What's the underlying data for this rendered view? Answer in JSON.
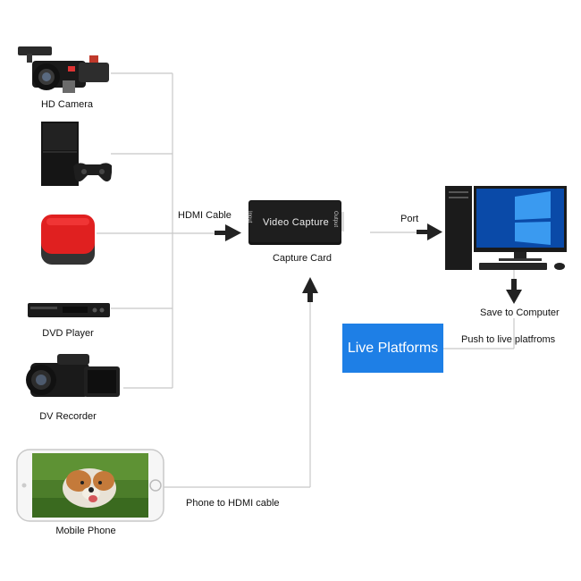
{
  "devices": {
    "hd_camera": "HD Camera",
    "dvd_player": "DVD Player",
    "dv_recorder": "DV Recorder",
    "mobile_phone": "Mobile Phone"
  },
  "connections": {
    "hdmi_cable": "HDMI Cable",
    "port": "Port",
    "phone_to_hdmi": "Phone to HDMI cable",
    "save_to_computer": "Save to Computer",
    "push_to_live": "Push to live platfroms"
  },
  "capture_card": {
    "caption": "Capture Card",
    "body_text": "Video Capture",
    "side_left": "Input",
    "side_right": "Output"
  },
  "live_platforms": "Live Platforms",
  "icons": [
    "video-camera-icon",
    "game-console-icon",
    "red-device-icon",
    "dvd-player-icon",
    "dv-recorder-icon",
    "smartphone-icon",
    "capture-card-icon",
    "desktop-computer-icon"
  ],
  "colors": {
    "live_box": "#1e7fe6",
    "wire": "#c8c8c8",
    "arrow": "#222222",
    "red_device": "#e02020"
  }
}
